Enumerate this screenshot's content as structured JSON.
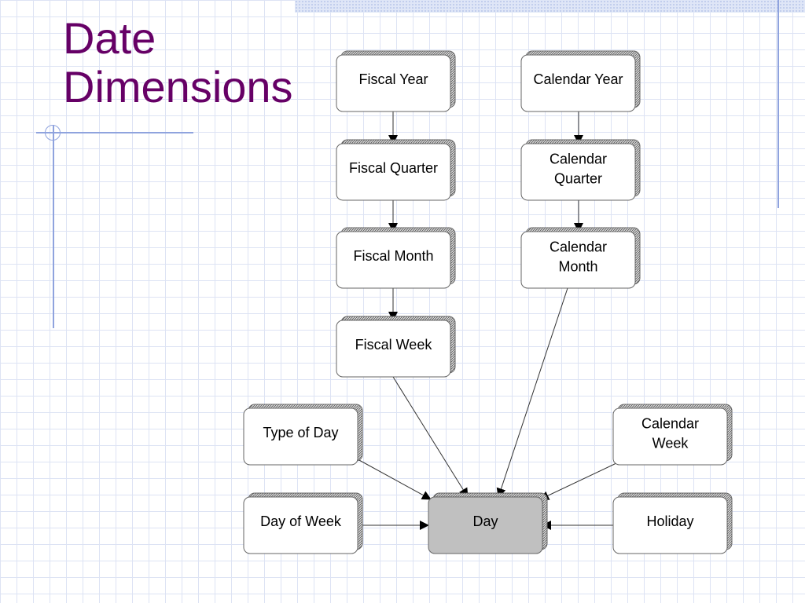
{
  "slide": {
    "title_lines": [
      "Date",
      "Dimensions"
    ]
  },
  "diagram": {
    "nodes": [
      {
        "id": "fiscal-year",
        "lines": [
          "Fiscal Year"
        ]
      },
      {
        "id": "calendar-year",
        "lines": [
          "Calendar Year"
        ]
      },
      {
        "id": "fiscal-quarter",
        "lines": [
          "Fiscal Quarter"
        ]
      },
      {
        "id": "calendar-quarter",
        "lines": [
          "Calendar",
          "Quarter"
        ]
      },
      {
        "id": "fiscal-month",
        "lines": [
          "Fiscal Month"
        ]
      },
      {
        "id": "calendar-month",
        "lines": [
          "Calendar",
          "Month"
        ]
      },
      {
        "id": "fiscal-week",
        "lines": [
          "Fiscal Week"
        ]
      },
      {
        "id": "type-of-day",
        "lines": [
          "Type of Day"
        ]
      },
      {
        "id": "calendar-week",
        "lines": [
          "Calendar",
          "Week"
        ]
      },
      {
        "id": "day-of-week",
        "lines": [
          "Day of Week"
        ]
      },
      {
        "id": "day",
        "lines": [
          "Day"
        ]
      },
      {
        "id": "holiday",
        "lines": [
          "Holiday"
        ]
      }
    ],
    "edges": [
      {
        "from": "fiscal-year",
        "to": "fiscal-quarter"
      },
      {
        "from": "fiscal-quarter",
        "to": "fiscal-month"
      },
      {
        "from": "fiscal-month",
        "to": "fiscal-week"
      },
      {
        "from": "fiscal-week",
        "to": "day"
      },
      {
        "from": "calendar-year",
        "to": "calendar-quarter"
      },
      {
        "from": "calendar-quarter",
        "to": "calendar-month"
      },
      {
        "from": "calendar-month",
        "to": "day"
      },
      {
        "from": "type-of-day",
        "to": "day"
      },
      {
        "from": "calendar-week",
        "to": "day"
      },
      {
        "from": "day-of-week",
        "to": "day"
      },
      {
        "from": "holiday",
        "to": "day"
      }
    ]
  },
  "colors": {
    "title": "#660066",
    "day_fill": "#c0c0c0",
    "node_fill": "#ffffff",
    "accent_lines": "#8fa3de"
  }
}
